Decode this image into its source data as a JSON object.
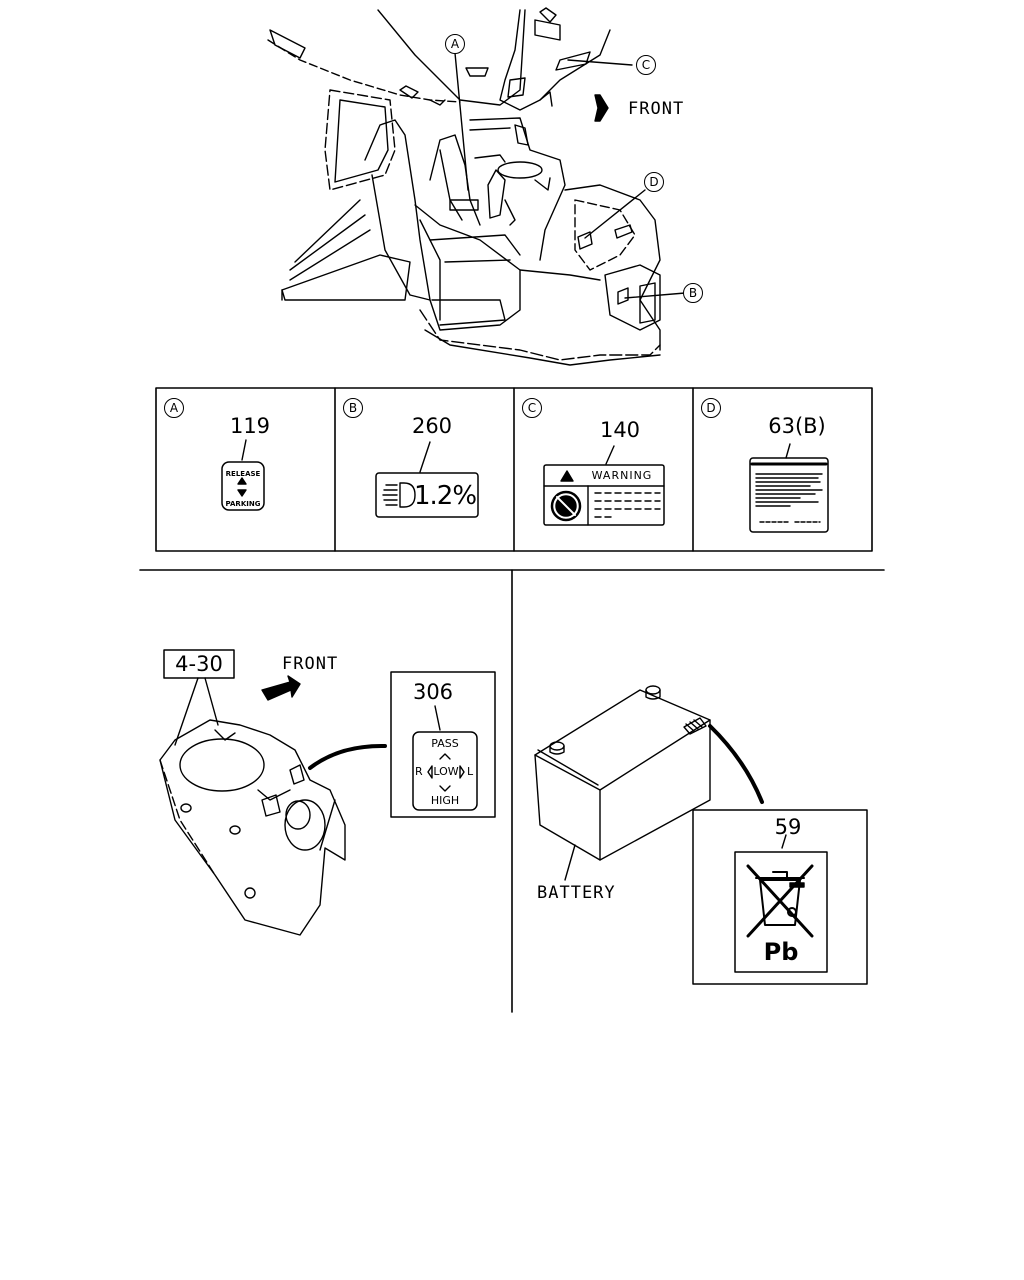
{
  "cab": {
    "callouts": [
      "A",
      "B",
      "C",
      "D"
    ],
    "front_label": "FRONT"
  },
  "labels_table": {
    "cells": [
      {
        "letter": "A",
        "part": "119",
        "text_top": "RELEASE",
        "text_bottom": "PARKING"
      },
      {
        "letter": "B",
        "part": "260",
        "text": "1.2%"
      },
      {
        "letter": "C",
        "part": "140",
        "text": "WARNING"
      },
      {
        "letter": "D",
        "part": "63(B)"
      }
    ]
  },
  "switch_panel": {
    "ref": "4-30",
    "front_label": "FRONT",
    "part": "306",
    "label_pass": "PASS",
    "label_r": "R",
    "label_low": "LOW",
    "label_l": "L",
    "label_high": "HIGH"
  },
  "battery_panel": {
    "battery_label": "BATTERY",
    "part": "59",
    "symbol_text": "Pb"
  }
}
